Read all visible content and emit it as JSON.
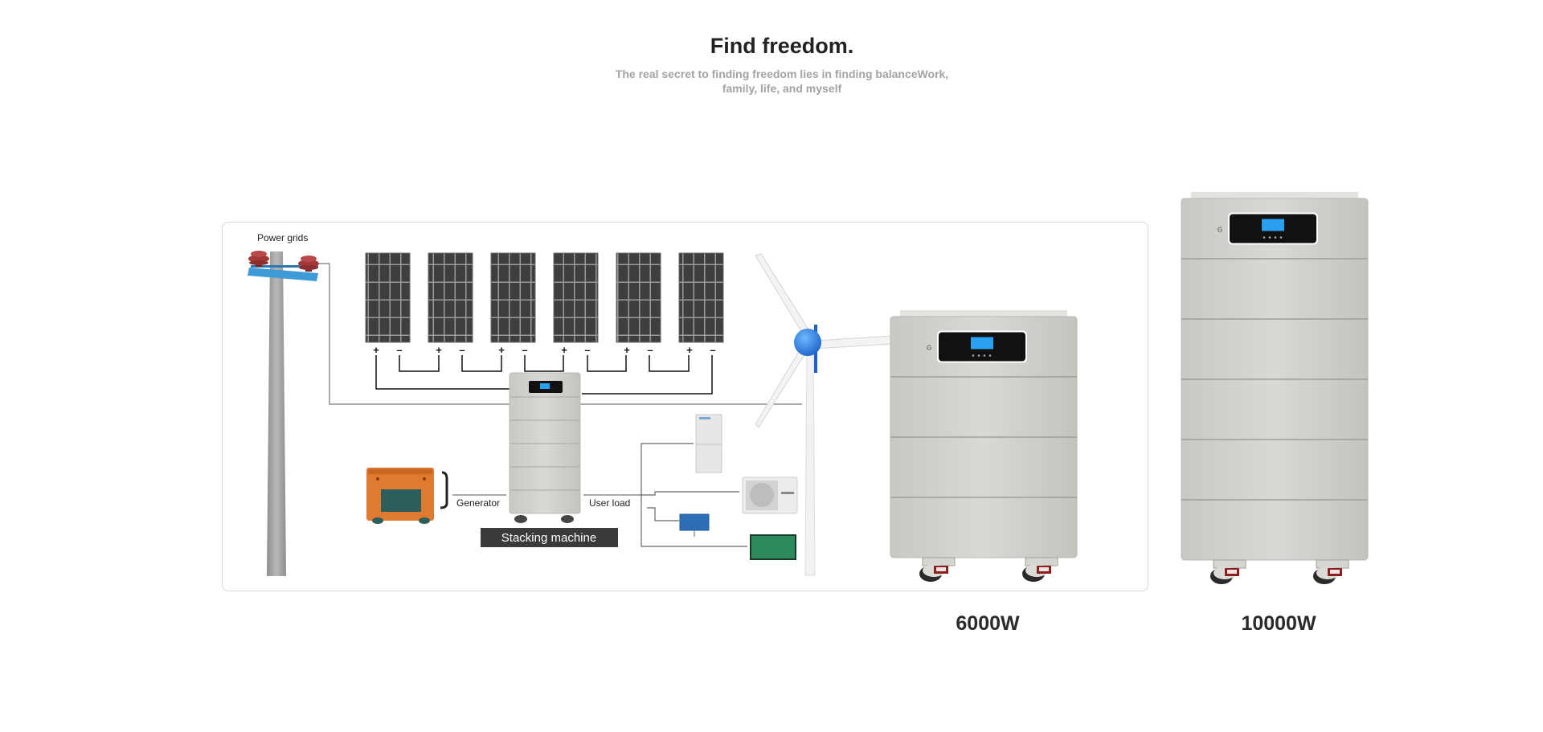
{
  "hero": {
    "title": "Find freedom.",
    "subtitle": "The real secret to finding freedom lies in finding balanceWork, family, life, and myself"
  },
  "diagram": {
    "power_grids_label": "Power grids",
    "generator_label": "Generator",
    "user_load_label": "User load",
    "stacking_machine_label": "Stacking machine",
    "panel_plus": "+",
    "panel_minus": "–",
    "unit_button_letter": "G"
  },
  "products": [
    {
      "name": "6000W",
      "modules": 4
    },
    {
      "name": "10000W",
      "modules": 6
    }
  ],
  "colors": {
    "accent_screen": "#2aa0f0",
    "casing": "#d2d1cc",
    "panel": "#3f3f3f",
    "grid_bar": "#3f9ad8",
    "insulator": "#a33838",
    "generator": "#e07a2e",
    "label_bar": "#3a3a3a"
  }
}
